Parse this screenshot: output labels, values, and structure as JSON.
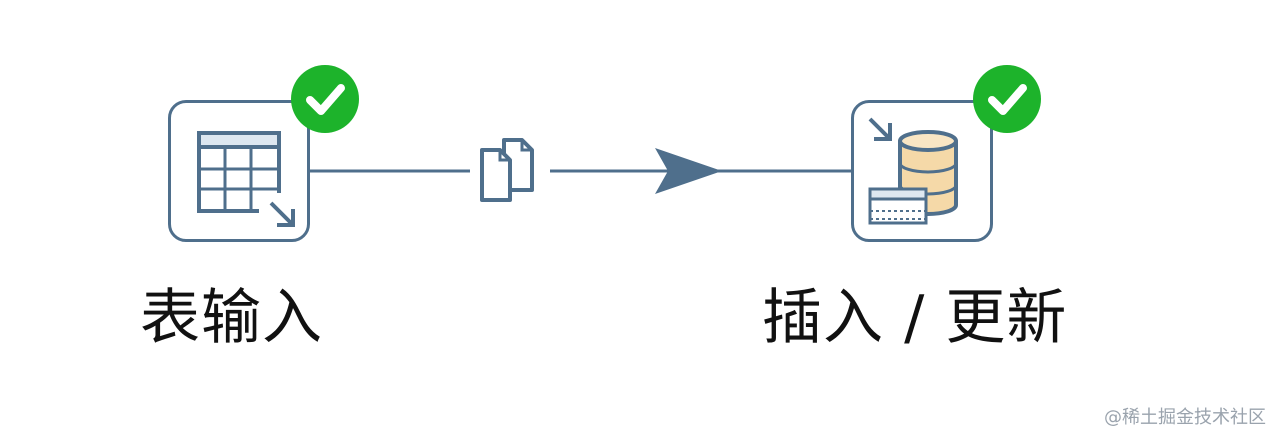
{
  "steps": [
    {
      "id": "table-input",
      "label": "表输入",
      "status": "success",
      "icon": "table-input-icon"
    },
    {
      "id": "insert-update",
      "label": "插入 / 更新",
      "status": "success",
      "icon": "insert-update-icon"
    }
  ],
  "hop": {
    "from": "table-input",
    "to": "insert-update",
    "mode": "copy",
    "icon": "copy-rows-icon"
  },
  "colors": {
    "line": "#4f6f8c",
    "success": "#1db32b",
    "db": "#f5d9a8"
  },
  "watermark": "@稀土掘金技术社区"
}
